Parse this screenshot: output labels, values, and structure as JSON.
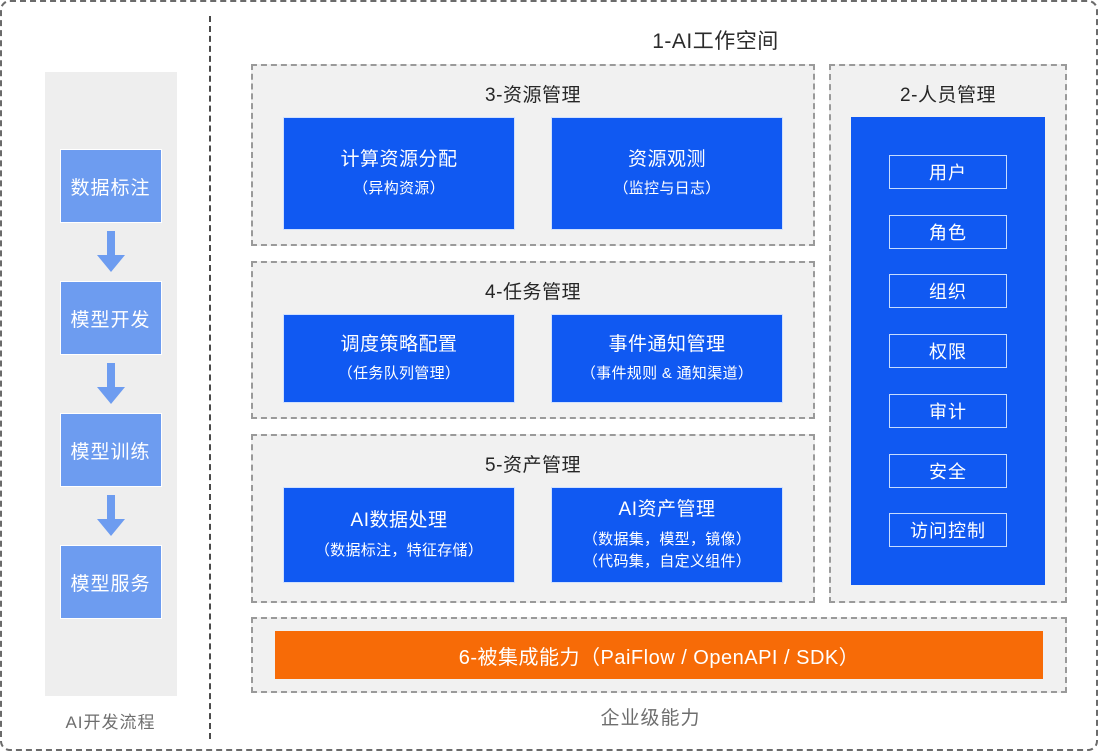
{
  "workspace": {
    "title": "1-AI工作空间",
    "footer_label": "企业级能力"
  },
  "pipeline": {
    "label": "AI开发流程",
    "arrow_icon": "arrow-down-icon",
    "stages": [
      {
        "label": "数据标注"
      },
      {
        "label": "模型开发"
      },
      {
        "label": "模型训练"
      },
      {
        "label": "模型服务"
      }
    ]
  },
  "sections": {
    "resource": {
      "title": "3-资源管理",
      "cards": [
        {
          "title": "计算资源分配",
          "sub1": "（异构资源）",
          "sub2": ""
        },
        {
          "title": "资源观测",
          "sub1": "（监控与日志）",
          "sub2": ""
        }
      ]
    },
    "task": {
      "title": "4-任务管理",
      "cards": [
        {
          "title": "调度策略配置",
          "sub1": "（任务队列管理）",
          "sub2": ""
        },
        {
          "title": "事件通知管理",
          "sub1": "（事件规则 & 通知渠道）",
          "sub2": ""
        }
      ]
    },
    "asset": {
      "title": "5-资产管理",
      "cards": [
        {
          "title": "AI数据处理",
          "sub1": "（数据标注，特征存储）",
          "sub2": ""
        },
        {
          "title": "AI资产管理",
          "sub1": "（数据集，模型，镜像）",
          "sub2": "（代码集，自定义组件）"
        }
      ]
    },
    "people": {
      "title": "2-人员管理",
      "items": [
        {
          "label": "用户"
        },
        {
          "label": "角色"
        },
        {
          "label": "组织"
        },
        {
          "label": "权限"
        },
        {
          "label": "审计"
        },
        {
          "label": "安全"
        },
        {
          "label": "访问控制"
        }
      ]
    },
    "integration": {
      "label": "6-被集成能力（PaiFlow / OpenAPI / SDK）"
    }
  },
  "colors": {
    "primary_blue": "#1059f2",
    "light_blue": "#6d9cf0",
    "orange": "#f76b07",
    "panel_grey": "#f1f1f1",
    "track_grey": "#eeeeee"
  }
}
